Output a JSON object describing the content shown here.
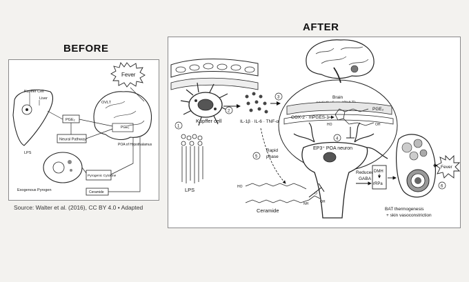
{
  "before": {
    "heading": "BEFORE",
    "labels": {
      "kupffer_cell": "Kupffer Cell",
      "liver": "Liver",
      "lps": "LPS",
      "pge2": "PGE₂",
      "neural_pathway": "Neural Pathway",
      "ovlt": "OVLT",
      "fever": "Fever",
      "poa_of_hypothalamus": "POA of Hypothalamus",
      "pyrogenic_cytokine": "Pyrogenic Cytokine",
      "ceramide": "Ceramide",
      "exogenous_pyrogen": "Exogenous Pyrogen"
    },
    "source": "Source: Walter et al. (2016), CC BY 4.0 • Adapted"
  },
  "after": {
    "heading": "AFTER",
    "labels": {
      "kupffer_cell": "Kupffer cell",
      "lps": "LPS",
      "cytokines": "IL-1β · IL-6 · TNF-α",
      "brain_endothelium_1": "Brain",
      "brain_endothelium_2": "endothelium (OVLT)",
      "cox_mpges": "COX-2 · mPGES-1",
      "pge2": "PGE₂",
      "ep3_neuron": "EP3⁺ POA neuron",
      "rapid_1": "Rapid",
      "rapid_2": "phase",
      "reduced_1": "Reduced",
      "reduced_2": "GABA",
      "dmh": "DMH",
      "rrpa": "rRPa",
      "fever": "Fever",
      "bat_1": "BAT thermogenesis",
      "bat_2": "+ skin vasoconstriction",
      "ceramide": "Ceramide",
      "ho": "HO",
      "oh": "OH",
      "nh": "NH",
      "o": "O"
    },
    "steps": [
      "1",
      "2",
      "3",
      "4",
      "5",
      "6"
    ]
  }
}
